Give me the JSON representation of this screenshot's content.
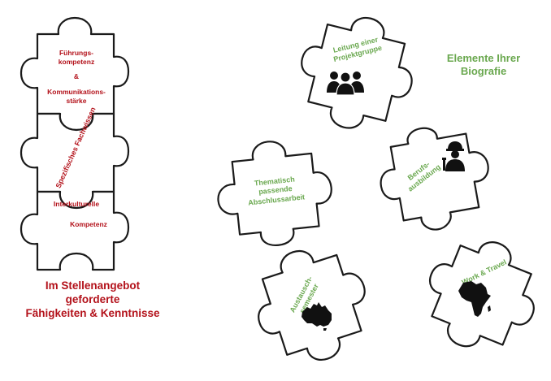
{
  "left_stack": {
    "piece1": {
      "line1": "Führungs-",
      "line2": "kompetenz",
      "line3": "&",
      "line4": "Kommunikations-",
      "line5": "stärke"
    },
    "piece2": {
      "label": "Spezifisches Fachwissen"
    },
    "piece3": {
      "line1": "Interkulturelle",
      "line2": "Kompetenz"
    },
    "caption": {
      "line1": "Im Stellenangebot",
      "line2": "geforderte",
      "line3": "Fähigkeiten & Kenntnisse"
    }
  },
  "right_pieces": {
    "leitung": {
      "line1": "Leitung einer",
      "line2": "Projektgruppe",
      "icon": "people-group-icon"
    },
    "beruf": {
      "line1": "Berufs-",
      "line2": "ausbildung",
      "icon": "construction-worker-icon"
    },
    "thematisch": {
      "line1": "Thematisch",
      "line2": "passende",
      "line3": "Abschlussarbeit"
    },
    "austausch": {
      "line1": "Austausch-",
      "line2": "semester",
      "icon": "australia-map-icon"
    },
    "work": {
      "line1": "Work & Travel",
      "icon": "africa-map-icon"
    },
    "caption": {
      "line1": "Elemente Ihrer",
      "line2": "Biografie"
    }
  },
  "colors": {
    "red": "#b3111a",
    "green": "#6aa84f",
    "outline": "#1a1a1a"
  }
}
